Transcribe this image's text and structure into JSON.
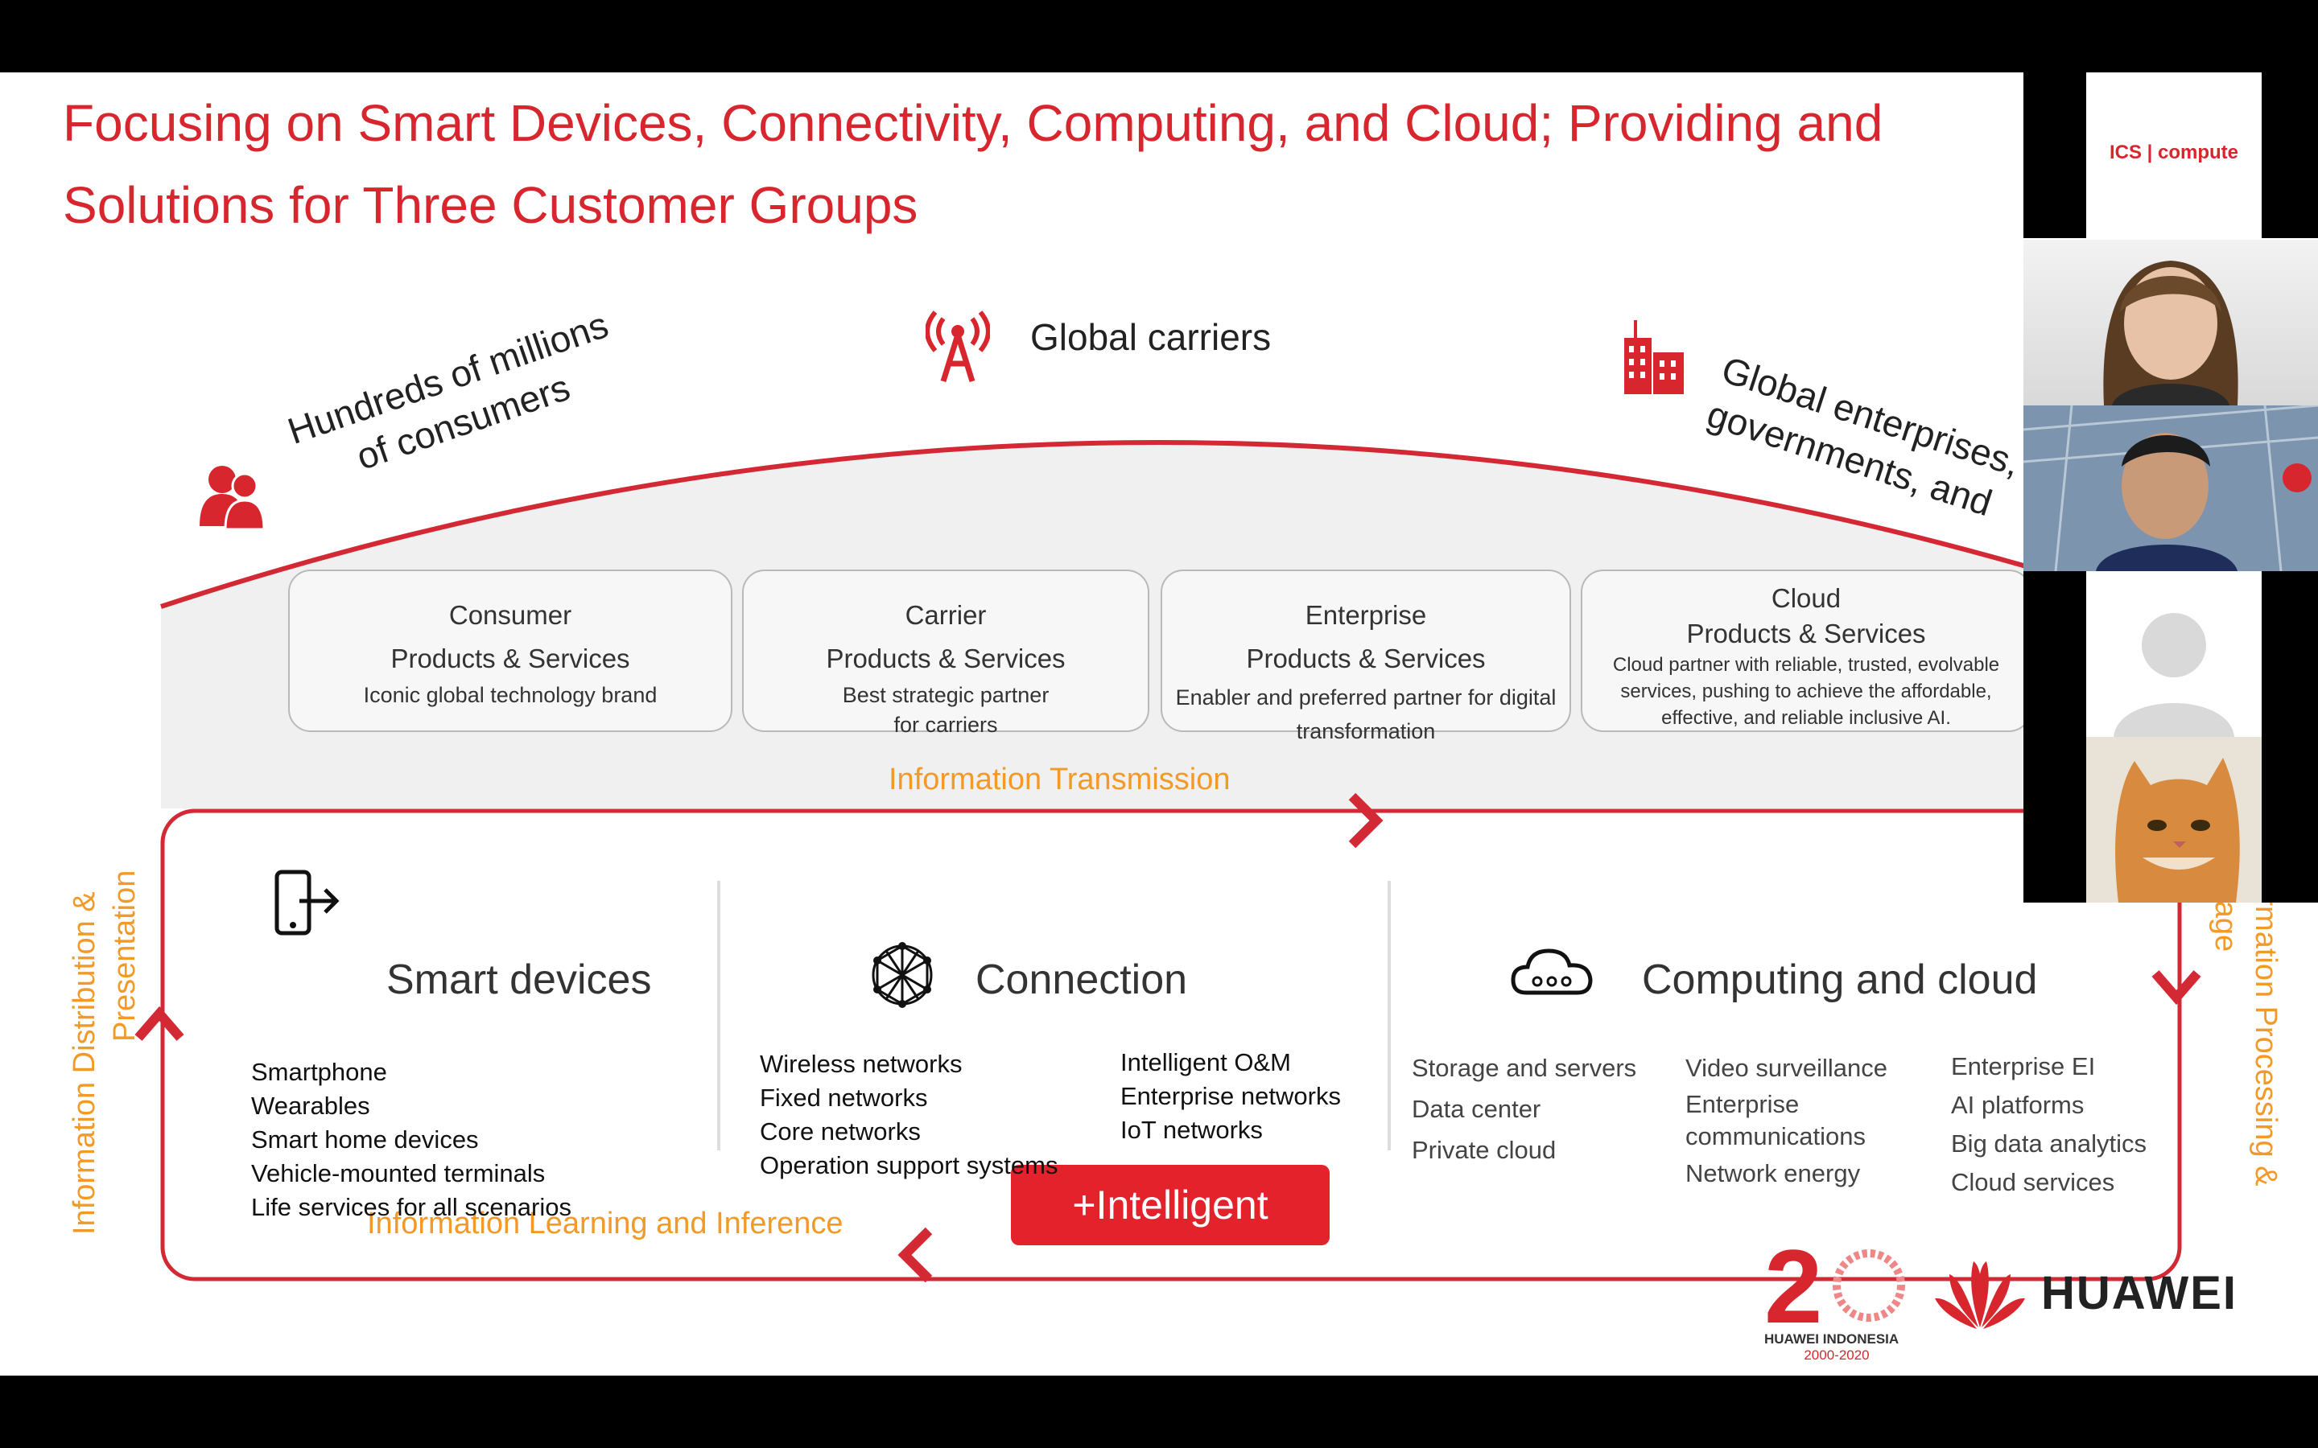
{
  "slide": {
    "title": "Focusing on Smart Devices, Connectivity, Computing, and Cloud; Providing and Solutions for Three Customer Groups",
    "audiences": {
      "consumers_line1": "Hundreds of millions",
      "consumers_line2": "of consumers",
      "carriers": "Global carriers",
      "enterprise_line1": "Global enterprises,",
      "enterprise_line2": "governments, and"
    },
    "cards": [
      {
        "line1": "Consumer",
        "line2": "Products & Services",
        "desc": "Iconic global technology brand"
      },
      {
        "line1": "Carrier",
        "line2": "Products & Services",
        "desc": "Best strategic partner for carriers"
      },
      {
        "line1": "Enterprise",
        "line2": "Products & Services",
        "desc": "Enabler and preferred partner for digital transformation"
      },
      {
        "line1": "Cloud",
        "line2": "Products & Services",
        "desc": "Cloud partner with reliable, trusted, evolvable services, pushing to achieve the affordable, effective, and reliable inclusive AI."
      }
    ],
    "flow": {
      "transmission": "Information Transmission",
      "learning": "Information Learning and Inference",
      "distribution_line1": "Information Distribution &",
      "distribution_line2": "Presentation",
      "processing_line1": "Information Processing &",
      "processing_line2": "Storage",
      "intelligent": "+Intelligent"
    },
    "sections": {
      "smart_devices": {
        "title": "Smart devices",
        "items": [
          "Smartphone",
          "Wearables",
          "Smart home devices",
          "Vehicle-mounted terminals",
          "Life services for all scenarios"
        ]
      },
      "connection": {
        "title": "Connection",
        "col1": [
          "Wireless networks",
          "Fixed networks",
          "Core networks",
          "Operation support systems"
        ],
        "col2": [
          "Intelligent O&M",
          "Enterprise networks",
          "IoT networks"
        ]
      },
      "computing": {
        "title": "Computing and cloud",
        "col1": [
          "Storage and servers",
          "Data center",
          "Private cloud"
        ],
        "col2": [
          "Video surveillance",
          "Enterprise communications",
          "Network energy"
        ],
        "col3": [
          "Enterprise EI",
          "AI platforms",
          "Big data analytics",
          "Cloud services"
        ]
      }
    },
    "logos": {
      "anniversary_text": "HUAWEI INDONESIA",
      "anniversary_years": "2000-2020",
      "brand": "HUAWEI"
    }
  },
  "participants": {
    "presenter_tile_label": "ICS | compute"
  },
  "colors": {
    "accent": "#d7262d",
    "orange": "#f29a28"
  }
}
